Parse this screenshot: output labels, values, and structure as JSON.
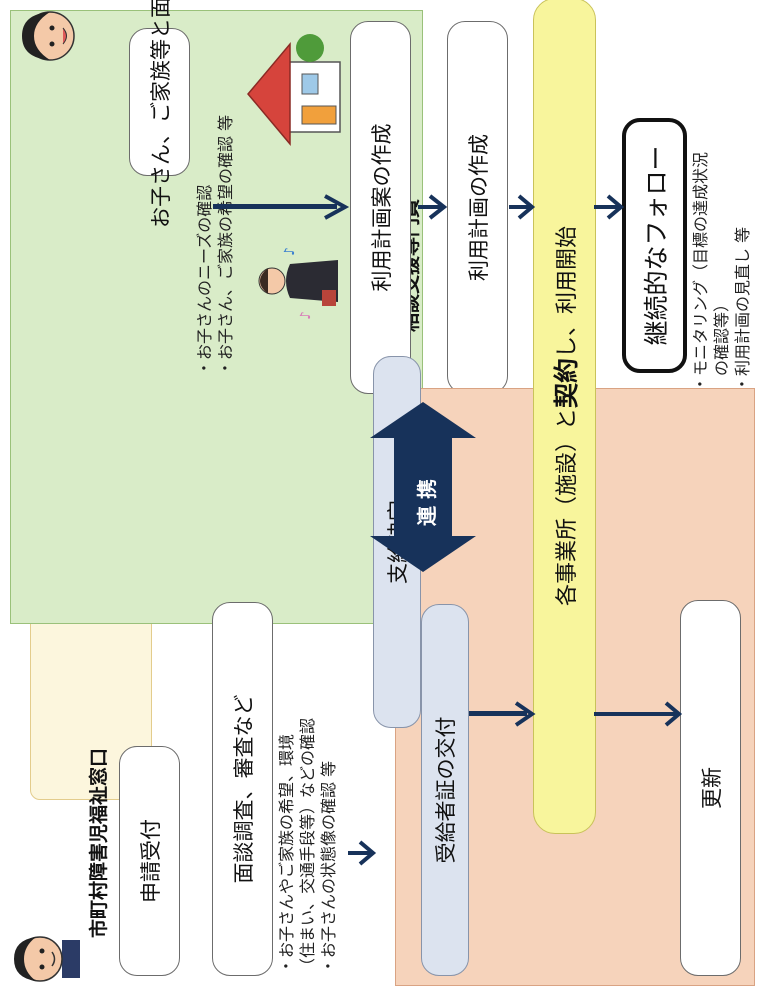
{
  "title": "相談支援事業の流れ",
  "roles": {
    "municipal": "市町村障害児福祉窓口",
    "consultant": "相談支援専門員"
  },
  "consultant_flow": {
    "interview": "お子さん、ご家族等と面接",
    "interview_notes": [
      "・お子さんのニーズの確認",
      "・お子さん、ご家族の希望の確認 等"
    ],
    "draft_plan": "利用計画案の作成",
    "plan": "利用計画の作成",
    "follow_up": "継続的なフォロー",
    "follow_notes": [
      "・モニタリング（目標の達成状況",
      "　の確認等）",
      "・利用計画の見直し 等"
    ]
  },
  "municipal_flow": {
    "application": "申請受付",
    "survey": "面談調査、審査など",
    "survey_notes": [
      "・お子さんやご家族の希望、環境",
      "（住まい、交通手段等）などの確認",
      "・お子さんの状態像の確認 等"
    ],
    "decision": "支給決定",
    "certificate": "受給者証の交付",
    "renewal": "更新"
  },
  "cooperation": "連 携",
  "contract": {
    "before": "各事業所（施設）と",
    "bold": "契約",
    "after": "し、利用開始"
  },
  "colors": {
    "consultant_bg": "#d9ecc8",
    "municipal_bg": "#f6d3bb",
    "contract_bg": "#f8f59c",
    "decision_bg": "#dce3ef",
    "arrow": "#17325a"
  }
}
